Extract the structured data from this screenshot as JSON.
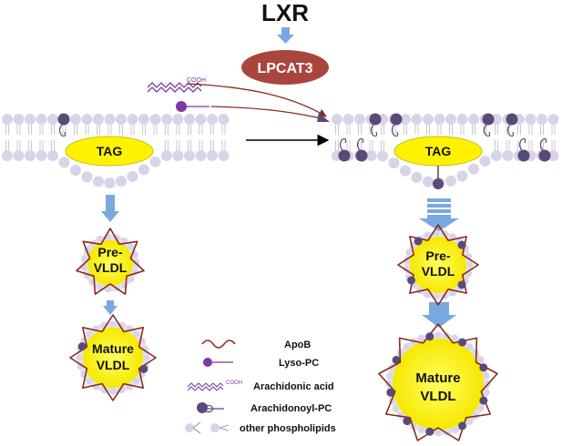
{
  "title": "LXR",
  "enzyme": "LPCAT3",
  "fatty_acid_label": "COOH",
  "left_panel": {
    "core_label": "TAG",
    "particle_pre": [
      "Pre-",
      "VLDL"
    ],
    "particle_mature": [
      "Mature",
      "VLDL"
    ]
  },
  "right_panel": {
    "core_label": "TAG",
    "particle_pre": [
      "Pre-",
      "VLDL"
    ],
    "particle_mature": [
      "Mature",
      "VLDL"
    ]
  },
  "legend": [
    {
      "icon": "apob-wave-icon",
      "label": "ApoB"
    },
    {
      "icon": "lyso-pc-icon",
      "label": "Lyso-PC"
    },
    {
      "icon": "arachidonic-acid-icon",
      "label": "Arachidonic acid"
    },
    {
      "icon": "arachidonoyl-pc-icon",
      "label": "Arachidonoyl-PC"
    },
    {
      "icon": "phospholipid-icon",
      "label": "other phospholipids"
    }
  ],
  "colors": {
    "lipid_head": "#d8d4e8",
    "arachidonoyl": "#5a4a78",
    "lyso_pc": "#7a3aa0",
    "tag_fill": "#fff200",
    "tag_stroke": "#c8c000",
    "enzyme_fill": "#a8463e",
    "arrow_blue": "#7aa8e0",
    "apob": "#8b2a1e"
  }
}
